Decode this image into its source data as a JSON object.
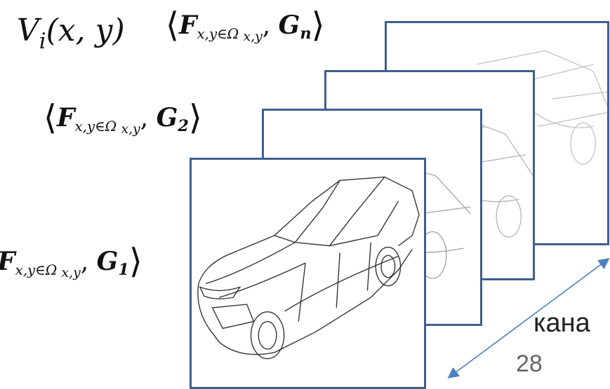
{
  "formulas": {
    "top_left": {
      "V": "V",
      "sub": "i",
      "args": "(x, y)"
    },
    "gn": {
      "F": "F",
      "sub": "x,y∈Ω",
      "sub2": "x,y",
      "G": "G",
      "g_sub": "n"
    },
    "g2": {
      "F": "F",
      "sub": "x,y∈Ω",
      "sub2": "x,y",
      "G": "G",
      "g_sub": "2"
    },
    "g1": {
      "F": "F",
      "sub": "x,y∈Ω",
      "sub2": "x,y",
      "G": "G",
      "g_sub": "1"
    }
  },
  "labels": {
    "channels": "кана",
    "page_number": "28"
  },
  "colors": {
    "frame_border": "#3f5f8f",
    "arrow": "#4a7fc0"
  }
}
